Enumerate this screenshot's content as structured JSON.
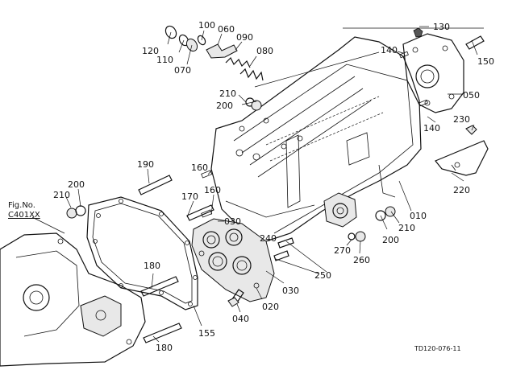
{
  "diagram": {
    "ref_note": {
      "line1": "Fig.No.",
      "line2": "C401XX"
    },
    "drawing_code": "TD120-076-11",
    "callouts": {
      "c010": "010",
      "c020": "020",
      "c030a": "030",
      "c030b": "030",
      "c040": "040",
      "c050": "050",
      "c060": "060",
      "c070": "070",
      "c080": "080",
      "c090": "090",
      "c100": "100",
      "c110": "110",
      "c120": "120",
      "c130": "130",
      "c140a": "140",
      "c140b": "140",
      "c150": "150",
      "c155": "155",
      "c160a": "160",
      "c160b": "160",
      "c170": "170",
      "c180a": "180",
      "c180b": "180",
      "c190": "190",
      "c200a": "200",
      "c200b": "200",
      "c200c": "200",
      "c210a": "210",
      "c210b": "210",
      "c210c": "210",
      "c220": "220",
      "c230": "230",
      "c240": "240",
      "c250": "250",
      "c260": "260",
      "c270": "270"
    }
  }
}
